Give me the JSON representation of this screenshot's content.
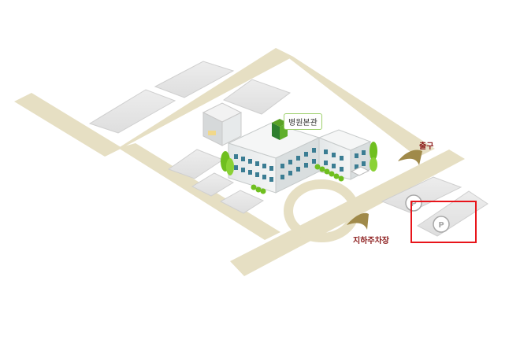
{
  "map": {
    "labels": {
      "building": "병원본관",
      "exit": "출구",
      "underground_parking": "지하주차장"
    },
    "parking_symbol": "P",
    "icons": [
      "parking-icon",
      "entrance-arrow-icon",
      "tree-icon",
      "building-icon"
    ],
    "colors": {
      "road": "#e6dfc3",
      "block": "#e4e4e4",
      "block_edge": "#cfcfcf",
      "building_wall": "#e9ecec",
      "building_window": "#3b7d93",
      "tree": "#6fbf1f",
      "arrow": "#a08a4a",
      "label_red": "#8b1a1a",
      "highlight": "#e8141a"
    }
  }
}
